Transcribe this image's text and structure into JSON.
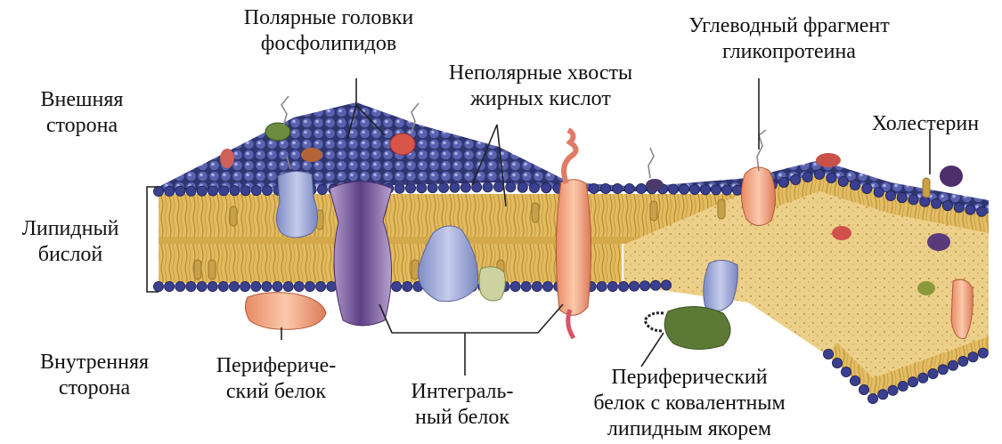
{
  "labels": {
    "polar_heads": [
      "Полярные головки",
      "фосфолипидов"
    ],
    "carbohydrate": [
      "Углеводный фрагмент",
      "гликопротеина"
    ],
    "nonpolar_tails": [
      "Неполярные хвосты",
      "жирных кислот"
    ],
    "outer_side": [
      "Внешняя",
      "сторона"
    ],
    "cholesterol": [
      "Холестерин"
    ],
    "lipid_bilayer": [
      "Липидный",
      "бислой"
    ],
    "inner_side": [
      "Внутренняя",
      "сторона"
    ],
    "peripheral_protein": [
      "Перифериче-",
      "ский белок"
    ],
    "integral_protein": [
      "Интеграль-",
      "ный белок"
    ],
    "anchored_protein": [
      "Периферический",
      "белок с ковалентным",
      "липидным якорем"
    ]
  },
  "colors": {
    "head": "#3a3f8f",
    "head_light": "#7a80c8",
    "tail": "#e0b75a",
    "tail_dark": "#b98a2e",
    "inner_face": "#e8c97a",
    "protein_blue": "#9aa6d6",
    "protein_purple": "#8b6aa8",
    "protein_orange": "#f3a37c",
    "protein_green": "#5c7a35",
    "cholesterol": "#c9a04a",
    "line": "#222222"
  }
}
